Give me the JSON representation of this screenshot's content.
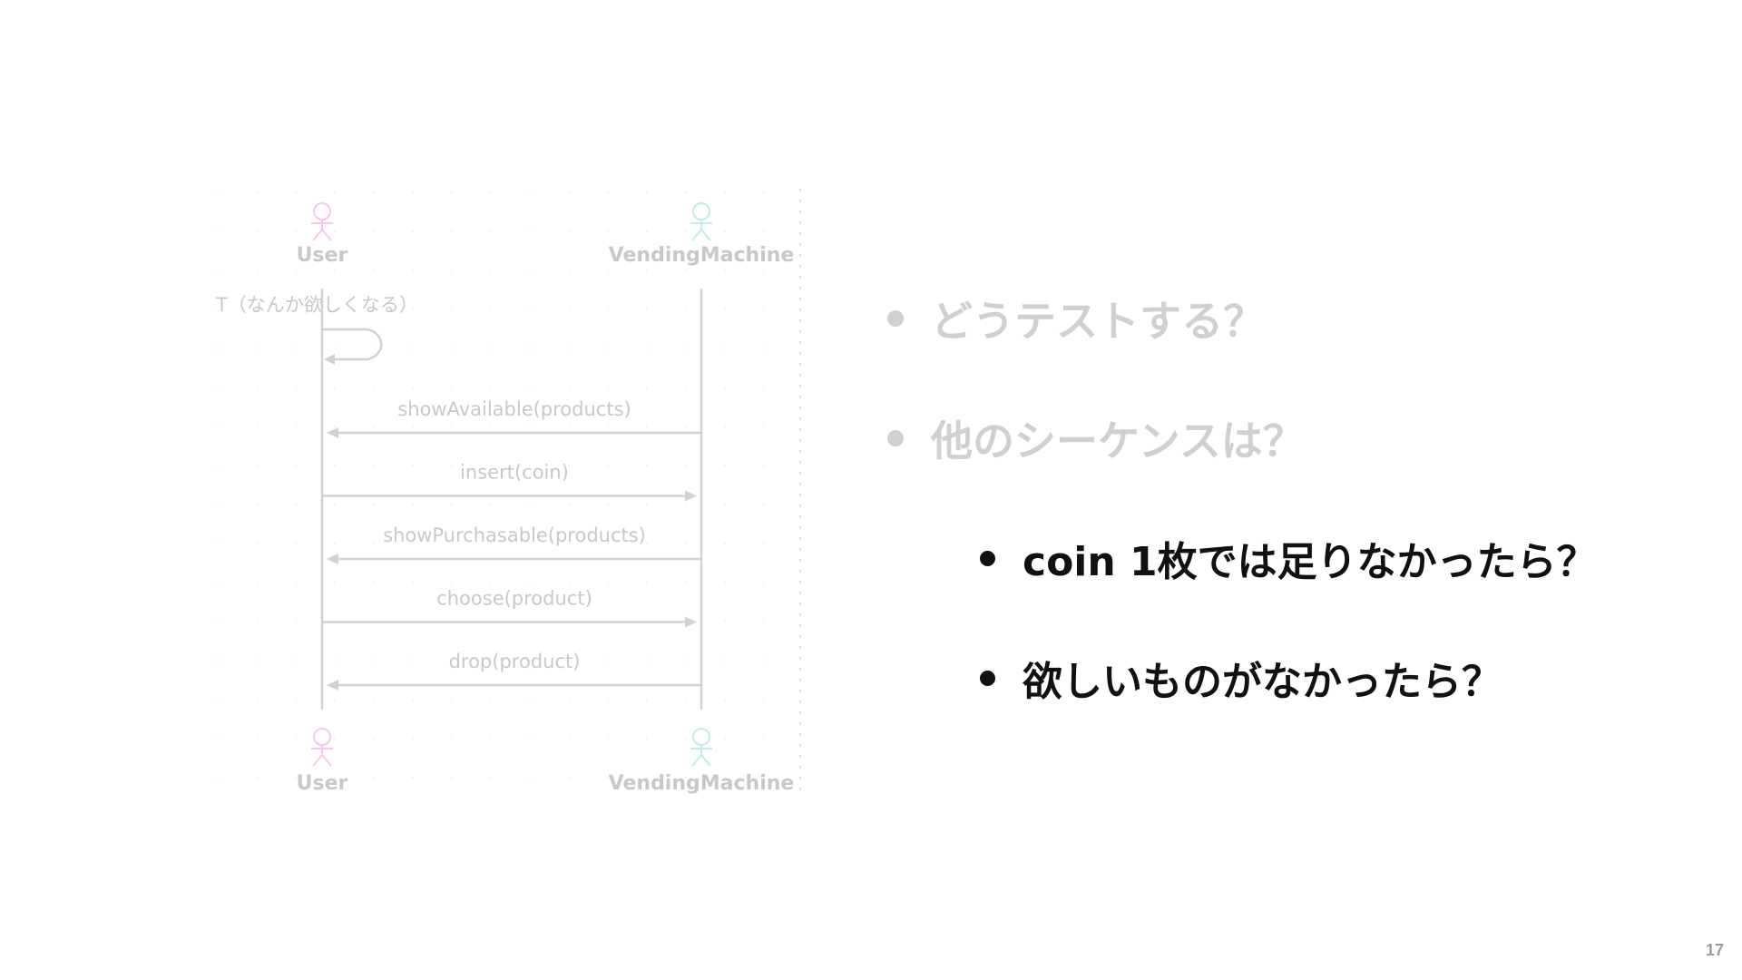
{
  "diagram": {
    "participants": [
      {
        "name": "User",
        "color": "#f6c6ef"
      },
      {
        "name": "VendingMachine",
        "color": "#bfeee6"
      }
    ],
    "self_note": "T（なんか欲しくなる）",
    "messages": [
      {
        "label": "showAvailable(products)",
        "from": "VendingMachine",
        "to": "User"
      },
      {
        "label": "insert(coin)",
        "from": "User",
        "to": "VendingMachine"
      },
      {
        "label": "showPurchasable(products)",
        "from": "VendingMachine",
        "to": "User"
      },
      {
        "label": "choose(product)",
        "from": "User",
        "to": "VendingMachine"
      },
      {
        "label": "drop(product)",
        "from": "VendingMachine",
        "to": "User"
      }
    ],
    "line_color": "#d2d2d2",
    "text_color": "#c8c8c8"
  },
  "bullets": {
    "level1": [
      "どうテストする？",
      "他のシーケンスは？"
    ],
    "level2": [
      "coin 1枚では足りなかったら？",
      "欲しいものがなかったら？"
    ]
  },
  "page_number": "17"
}
